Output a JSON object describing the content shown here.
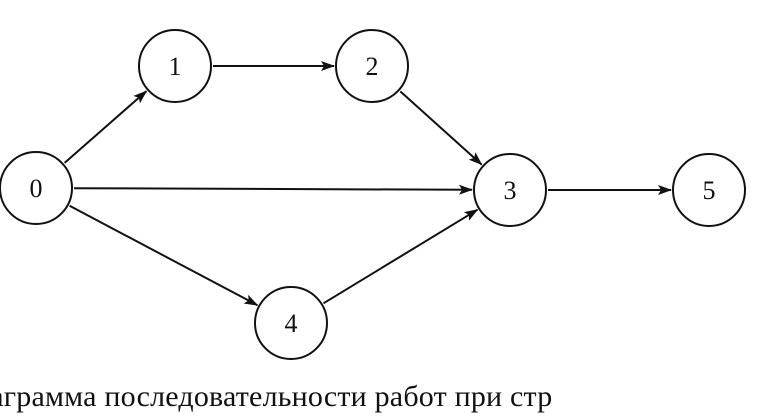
{
  "diagram": {
    "nodes": [
      {
        "id": "0",
        "label": "0"
      },
      {
        "id": "1",
        "label": "1"
      },
      {
        "id": "2",
        "label": "2"
      },
      {
        "id": "3",
        "label": "3"
      },
      {
        "id": "4",
        "label": "4"
      },
      {
        "id": "5",
        "label": "5"
      }
    ],
    "edges": [
      {
        "from": "0",
        "to": "1"
      },
      {
        "from": "1",
        "to": "2"
      },
      {
        "from": "2",
        "to": "3"
      },
      {
        "from": "0",
        "to": "3"
      },
      {
        "from": "0",
        "to": "4"
      },
      {
        "from": "4",
        "to": "3"
      },
      {
        "from": "3",
        "to": "5"
      }
    ]
  },
  "caption": "иаграмма последовательности работ при стр"
}
